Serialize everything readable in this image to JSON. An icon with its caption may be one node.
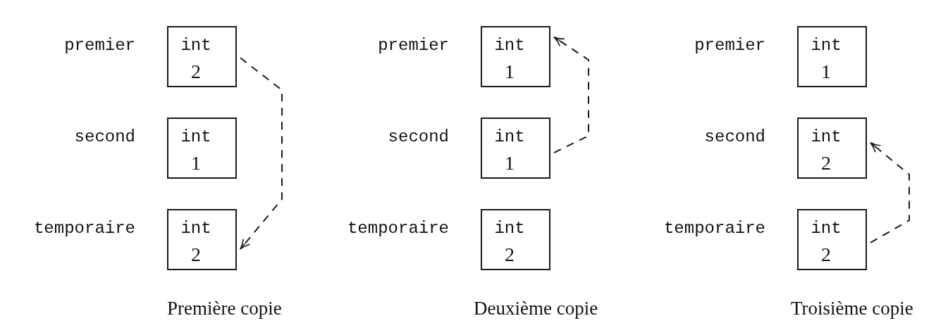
{
  "diagram": {
    "nodes": [
      {
        "text": [
          "int",
          "2"
        ],
        "beside": [
          "premier"
        ]
      },
      {
        "text": [
          "int",
          "1"
        ],
        "beside": [
          "second"
        ]
      },
      {
        "text": [
          "int",
          "2"
        ],
        "beside": [
          "temporaire"
        ]
      },
      {
        "text": [
          "int",
          "1"
        ],
        "beside": [
          "premier"
        ]
      },
      {
        "text": [
          "int",
          "1"
        ],
        "beside": [
          "second"
        ]
      },
      {
        "text": [
          "int",
          "2"
        ],
        "beside": [
          "temporaire"
        ]
      },
      {
        "text": [
          "int",
          "1"
        ],
        "beside": [
          "premier"
        ]
      },
      {
        "text": [
          "int",
          "2"
        ],
        "beside": [
          "second"
        ]
      },
      {
        "text": [
          "int",
          "2"
        ],
        "beside": [
          "temporaire"
        ]
      }
    ],
    "edges": [
      {
        "from": 0,
        "to": 2,
        "arrow": "to",
        "style": "dashed"
      },
      {
        "from": 4,
        "to": 3,
        "arrow": "to",
        "style": "dashed"
      },
      {
        "from": 8,
        "to": 7,
        "arrow": "to",
        "style": "dashed"
      }
    ],
    "labels": [
      "Première copie",
      "Deuxième copie",
      "Troisième copie"
    ]
  }
}
